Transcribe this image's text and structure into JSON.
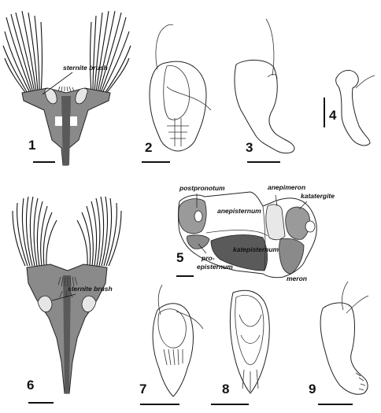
{
  "panels": [
    {
      "number": "1",
      "labels": [
        "sternite brush"
      ]
    },
    {
      "number": "2",
      "labels": []
    },
    {
      "number": "3",
      "labels": []
    },
    {
      "number": "4",
      "labels": []
    },
    {
      "number": "5",
      "labels": [
        "postpronotum",
        "anepimeron",
        "katatergite",
        "anepisternum",
        "pro-",
        "episternum",
        "katepisternum",
        "meron"
      ]
    },
    {
      "number": "6",
      "labels": [
        "sternite brush"
      ]
    },
    {
      "number": "7",
      "labels": []
    },
    {
      "number": "8",
      "labels": []
    },
    {
      "number": "9",
      "labels": []
    }
  ],
  "colors": {
    "dark_gray": "#5a5a5a",
    "mid_gray": "#8a8a8a",
    "light_gray": "#bdbdbd",
    "line": "#222222"
  }
}
